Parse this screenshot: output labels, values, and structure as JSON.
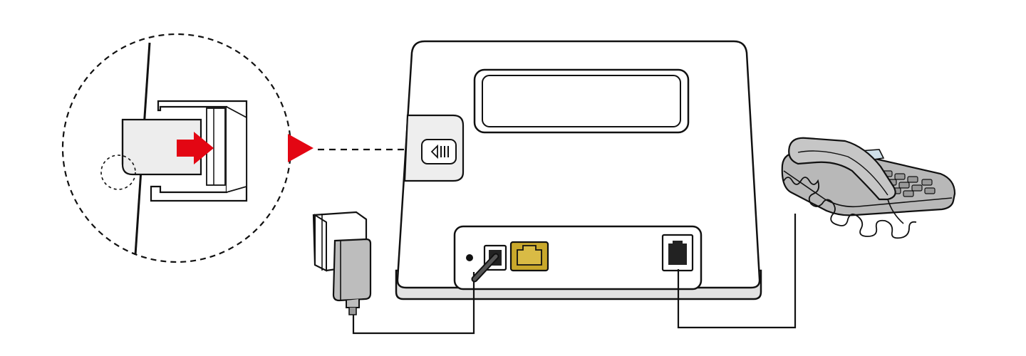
{
  "diagram": {
    "steps": [
      "insert-sim-card",
      "connect-power-adapter",
      "connect-telephone"
    ],
    "labels": [],
    "colors": {
      "outline": "#111111",
      "accent_arrow": "#e30613",
      "lan_port": "#c9a82b",
      "device_body": "#ffffff",
      "device_base": "#e2e2e2",
      "sim_cover": "#eeeeee",
      "phone_body": "#b8b8b8",
      "phone_screen": "#cfe0ea",
      "adapter": "#bdbdbd"
    },
    "icons": {
      "sim_detail_zoom": "sim-card-insert-icon",
      "insert_direction": "arrow-right-icon",
      "callout_pointer": "triangle-pointer-icon",
      "sim_slot": "sim-slot-icon",
      "power_adapter": "power-adapter-icon",
      "telephone": "telephone-icon"
    }
  }
}
